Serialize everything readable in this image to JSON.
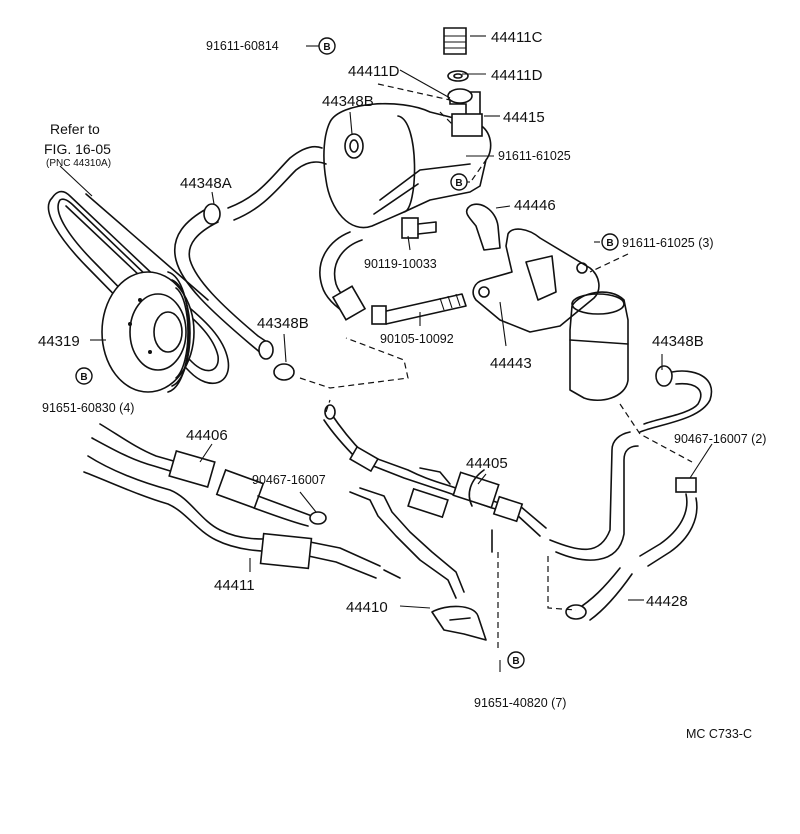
{
  "diagram": {
    "bolt_mark": "B",
    "drawing_code": "MC  C733-C",
    "refer_note": {
      "line1": "Refer to",
      "line2": "FIG. 16-05",
      "line3": "(PNC 44310A)"
    },
    "labels": {
      "p44411c": "44411C",
      "p44411d_right": "44411D",
      "p44411d_left": "44411D",
      "p44415": "44415",
      "p44348b_top": "44348B",
      "p44348a": "44348A",
      "p44446": "44446",
      "p91611_60814": "91611-60814",
      "p91611_61025": "91611-61025",
      "p91611_61025_3": "91611-61025 (3)",
      "p90119_10033": "90119-10033",
      "p90105_10092": "90105-10092",
      "p44443": "44443",
      "p44348b_mid": "44348B",
      "p44348b_right": "44348B",
      "p44319": "44319",
      "p91651_60830": "91651-60830 (4)",
      "p90467_16007_2": "90467-16007 (2)",
      "p44406": "44406",
      "p90467_16007": "90467-16007",
      "p44405": "44405",
      "p44411": "44411",
      "p44410": "44410",
      "p44428": "44428",
      "p91651_40820": "91651-40820 (7)"
    }
  }
}
